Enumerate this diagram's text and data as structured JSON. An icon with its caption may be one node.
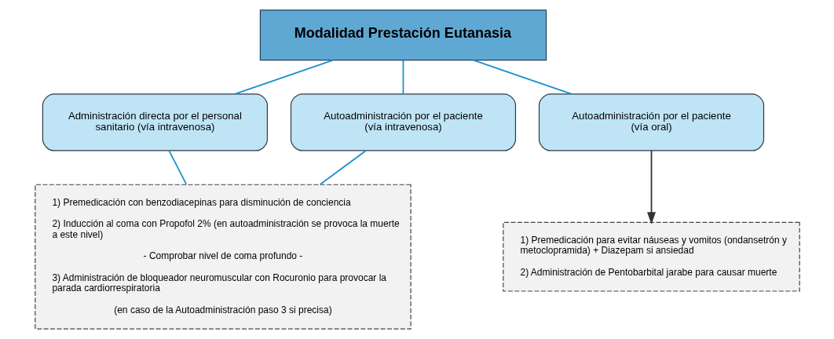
{
  "diagram": {
    "nodes": [
      {
        "text": [
          "Modalidad Prestación Eutanasia"
        ]
      },
      {
        "text": [
          "Administración directa por el personal sanitario (vía intravenosa)"
        ]
      },
      {
        "text": [
          "Autoadministración por el paciente (vía intravenosa)"
        ]
      },
      {
        "text": [
          "Autoadministración por el paciente (vía oral)"
        ]
      },
      {
        "text": [
          "1) Premedicación con benzodiacepinas para disminución de conciencia",
          "2) Inducción al coma con Propofol 2% (en autoadministración se provoca la muerte a este nivel)",
          "- Comprobar nivel de coma profundo -",
          "3) Administración de bloqueador neuromuscular con Rocuronio para provocar la parada cardiorrespiratoria",
          "(en caso de la Autoadministración paso 3 si precisa)"
        ]
      },
      {
        "text": [
          "1) Premedicación para evitar náuseas y vomitos (ondansetrón y metoclopramida) + Diazepam si ansiedad",
          "2) Administración de Pentobarbital jarabe para causar muerte"
        ]
      }
    ],
    "edges": [
      {
        "from": 0,
        "to": 1,
        "arrow": "none"
      },
      {
        "from": 0,
        "to": 2,
        "arrow": "none"
      },
      {
        "from": 0,
        "to": 3,
        "arrow": "none"
      },
      {
        "from": 1,
        "to": 4,
        "arrow": "none"
      },
      {
        "from": 2,
        "to": 4,
        "arrow": "none"
      },
      {
        "from": 3,
        "to": 5,
        "arrow": "to",
        "color": "#333333"
      }
    ]
  }
}
